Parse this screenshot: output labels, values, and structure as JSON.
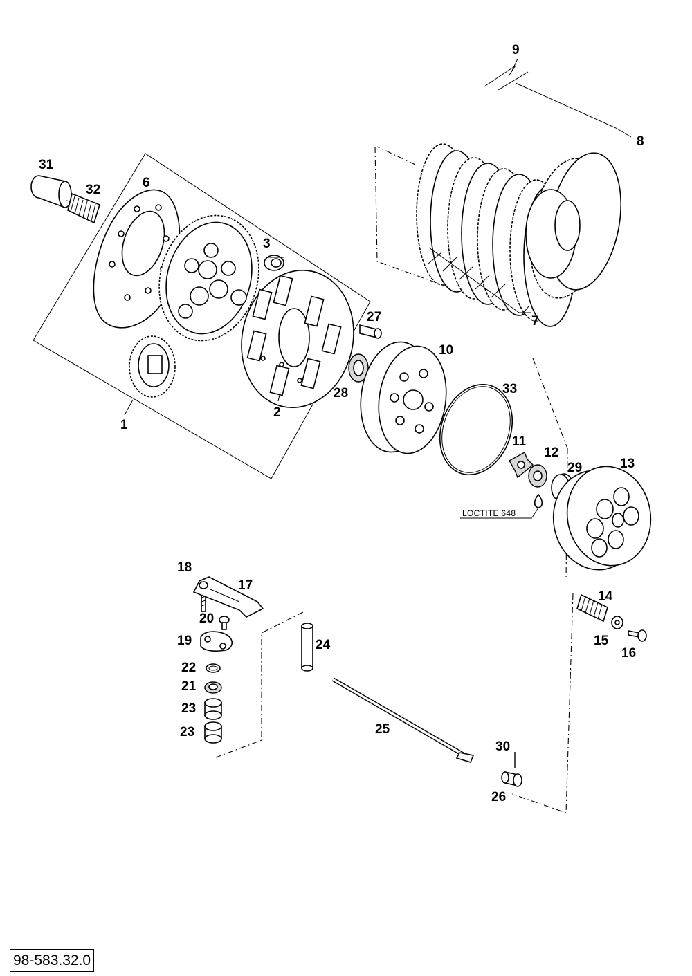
{
  "diagram": {
    "drawing_number": "98-583.32.0",
    "note": "LOCTITE 648",
    "callouts": {
      "p1": "1",
      "p2": "2",
      "p3": "3",
      "p6": "6",
      "p7": "7",
      "p8": "8",
      "p9": "9",
      "p10": "10",
      "p11": "11",
      "p12": "12",
      "p13": "13",
      "p14": "14",
      "p15": "15",
      "p16": "16",
      "p17": "17",
      "p18": "18",
      "p19": "19",
      "p20": "20",
      "p21": "21",
      "p22": "22",
      "p23a": "23",
      "p23b": "23",
      "p24": "24",
      "p25": "25",
      "p26": "26",
      "p27": "27",
      "p28": "28",
      "p29": "29",
      "p30": "30",
      "p31": "31",
      "p32": "32",
      "p33": "33"
    }
  }
}
